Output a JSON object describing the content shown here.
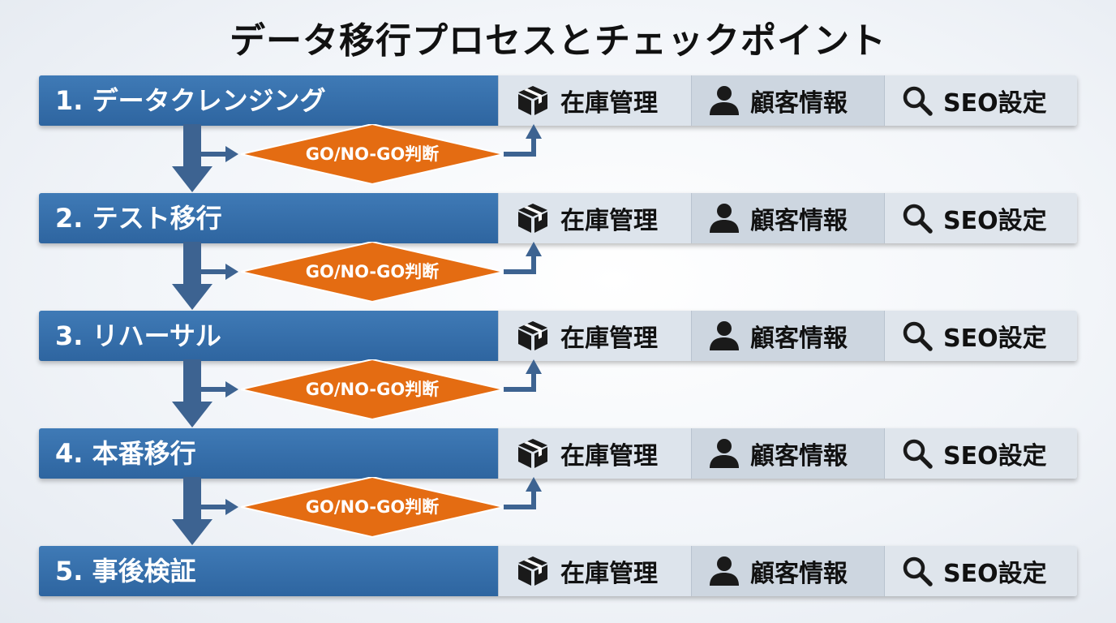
{
  "title": "データ移行プロセスとチェックポイント",
  "steps": [
    {
      "label": "1. データクレンジング"
    },
    {
      "label": "2. テスト移行"
    },
    {
      "label": "3. リハーサル"
    },
    {
      "label": "4. 本番移行"
    },
    {
      "label": "5. 事後検証"
    }
  ],
  "checkpoints": {
    "inventory": {
      "label": "在庫管理",
      "icon": "package-icon"
    },
    "customer": {
      "label": "顧客情報",
      "icon": "person-icon"
    },
    "seo": {
      "label": "SEO設定",
      "icon": "search-icon"
    }
  },
  "decision": {
    "label": "GO/NO-GO判断"
  },
  "colors": {
    "step": "#2f66a1",
    "decision": "#e46c12",
    "arrow": "#3d6391"
  }
}
